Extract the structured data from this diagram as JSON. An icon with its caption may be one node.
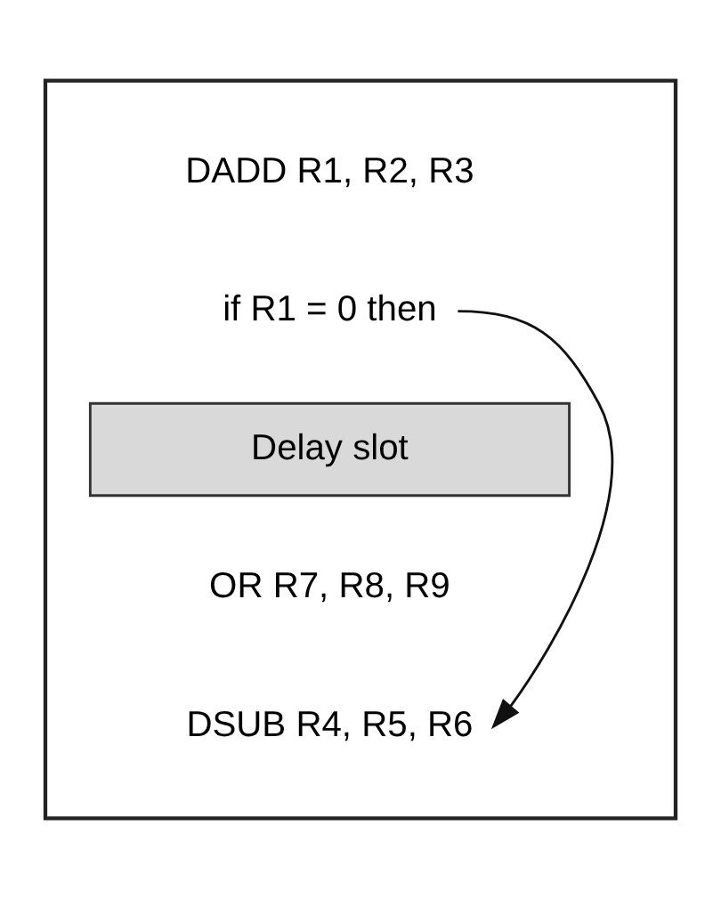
{
  "diagram": {
    "nodes": [
      {
        "text": [],
        "shape": "box"
      },
      {
        "text": [
          "DADD R1, R2, R3"
        ],
        "in": 0
      },
      {
        "text": [
          "if R1 = 0 then"
        ],
        "in": 0
      },
      {
        "text": [
          "Delay slot"
        ],
        "in": 0
      },
      {
        "text": [
          "OR R7, R8, R9"
        ],
        "in": 0
      },
      {
        "text": [
          "DSUB R4, R5, R6"
        ],
        "in": 0
      }
    ],
    "edges": [
      {
        "from": 2,
        "to": 5,
        "arrow": "to"
      }
    ]
  }
}
